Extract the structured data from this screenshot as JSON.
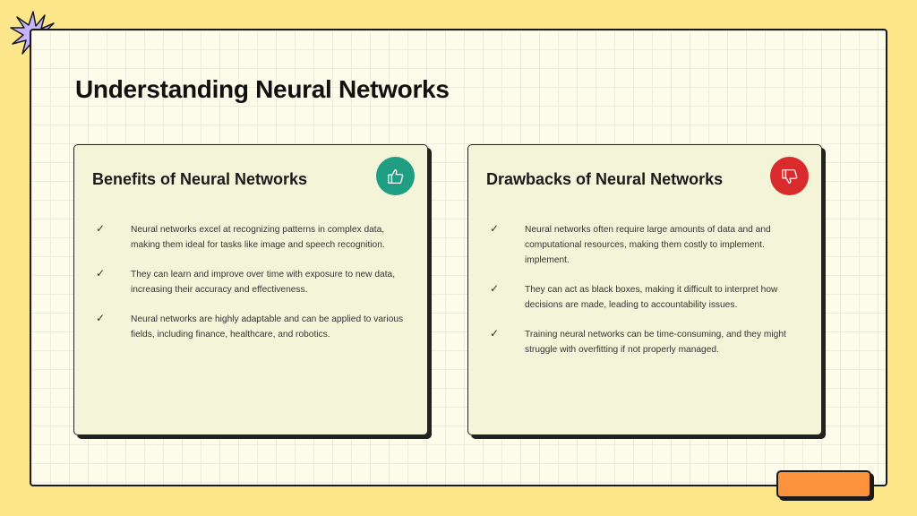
{
  "slide": {
    "title": "Understanding Neural Networks"
  },
  "benefits": {
    "title": "Benefits of Neural Networks",
    "icon": "thumbs-up-icon",
    "check_glyph": "✓",
    "items": [
      {
        "text": "Neural networks excel at recognizing patterns in complex data, making them ideal for tasks like image and speech recognition."
      },
      {
        "text": "They can learn and improve over time with exposure to new data, increasing their accuracy and effectiveness."
      },
      {
        "text": "Neural networks are highly adaptable and can be applied to various fields, including finance, healthcare, and robotics."
      }
    ]
  },
  "drawbacks": {
    "title": "Drawbacks of Neural Networks",
    "icon": "thumbs-down-icon",
    "check_glyph": "✓",
    "items": [
      {
        "text": "Neural networks often require large amounts of data and and computational resources, making them costly to implement. implement."
      },
      {
        "text": "They can act as black boxes, making it difficult to interpret how decisions are made, leading to accountability issues."
      },
      {
        "text": "Training neural networks can be time-consuming, and they might struggle with overfitting if not properly managed."
      }
    ]
  },
  "colors": {
    "background": "#fde68a",
    "benefit_accent": "#1f9e83",
    "drawback_accent": "#d92b2b",
    "tab_accent": "#fb923c",
    "star_accent": "#c4b5fd"
  }
}
